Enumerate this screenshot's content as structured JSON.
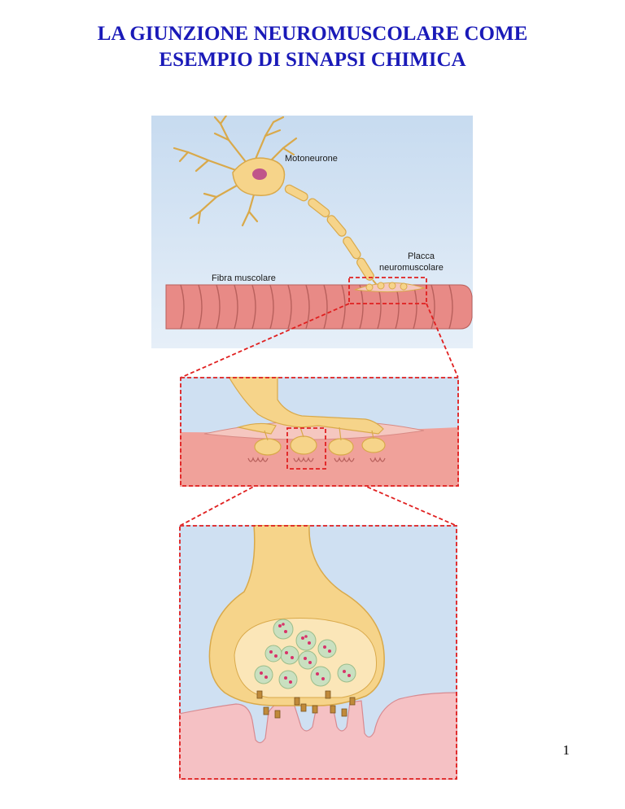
{
  "title": {
    "line1": "LA GIUNZIONE NEUROMUSCOLARE COME",
    "line2": "ESEMPIO DI SINAPSI CHIMICA"
  },
  "figure": {
    "labels": {
      "motoneuron": "Motoneurone",
      "plate_line1": "Placca",
      "plate_line2": "neuromuscolare",
      "muscle_fiber": "Fibra muscolare"
    },
    "colors": {
      "panel_bg": "#cfe0f2",
      "neuron": "#f6d48a",
      "muscle": "#e88a86",
      "zoom_frame": "#e02020"
    }
  },
  "page_number": "1"
}
